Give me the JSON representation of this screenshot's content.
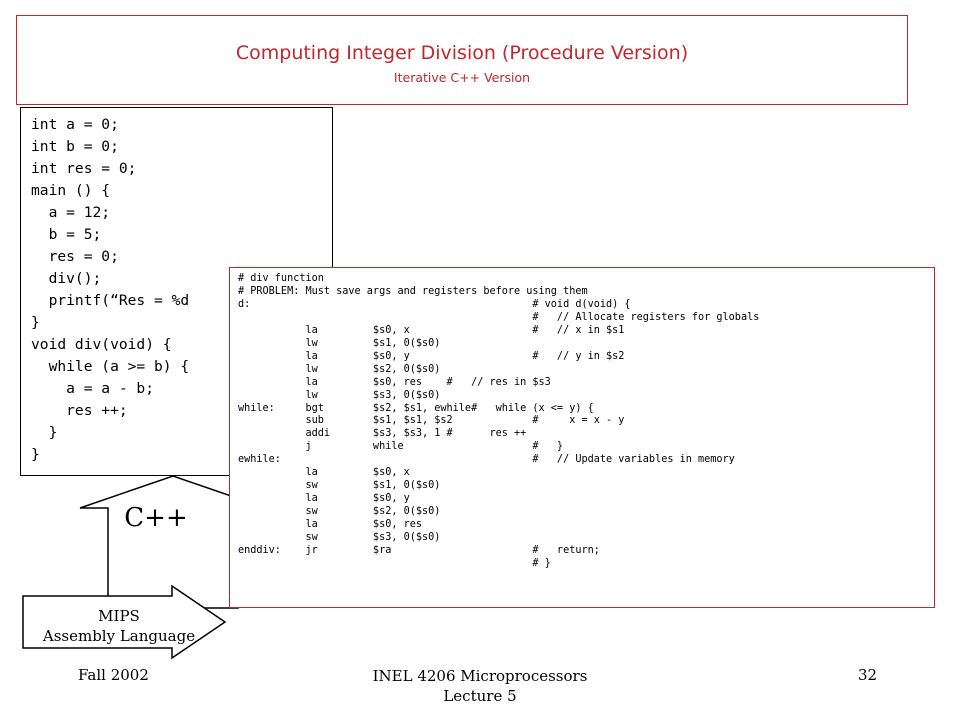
{
  "title": {
    "main": "Computing Integer Division (Procedure Version)",
    "subtitle": "Iterative C++ Version"
  },
  "cpp_code": "int a = 0;\nint b = 0;\nint res = 0;\nmain () {\n  a = 12;\n  b = 5;\n  res = 0;\n  div();\n  printf(“Res = %d\n}\nvoid div(void) {\n  while (a >= b) {\n    a = a - b;\n    res ++;\n  }\n}",
  "asm_code": "# div function\n# PROBLEM: Must save args and registers before using them\nd:                                              # void d(void) {\n                                                #   // Allocate registers for globals\n           la         $s0, x                    #   // x in $s1\n           lw         $s1, 0($s0)\n           la         $s0, y                    #   // y in $s2\n           lw         $s2, 0($s0)\n           la         $s0, res    #   // res in $s3\n           lw         $s3, 0($s0)\nwhile:     bgt        $s2, $s1, ewhile#   while (x <= y) {\n           sub        $s1, $s1, $s2             #     x = x - y\n           addi       $s3, $s3, 1 #      res ++\n           j          while                     #   }\newhile:                                         #   // Update variables in memory\n           la         $s0, x\n           sw         $s1, 0($s0)\n           la         $s0, y\n           sw         $s2, 0($s0)\n           la         $s0, res\n           sw         $s3, 0($s0)\nenddiv:    jr         $ra                       #   return;\n                                                # }",
  "arrows": {
    "cpp_label": "C++",
    "mips_label_line1": "MIPS",
    "mips_label_line2": "Assembly Language"
  },
  "footer": {
    "left": "Fall 2002",
    "center_line1": "INEL 4206 Microprocessors",
    "center_line2": "Lecture 5",
    "page_number": "32"
  },
  "colors": {
    "accent": "#c0282d",
    "text": "#000000",
    "background": "#ffffff"
  }
}
